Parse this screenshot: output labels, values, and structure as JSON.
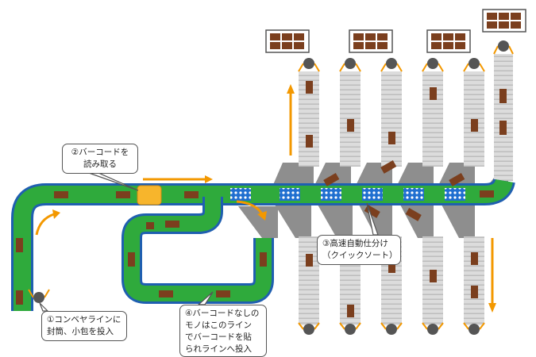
{
  "callouts": {
    "step1": {
      "lines": [
        "①コンベヤラインに",
        "封筒、小包を投入"
      ]
    },
    "step2": {
      "lines": [
        "②バーコードを",
        "読み取る"
      ]
    },
    "step3": {
      "lines": [
        "③高速自動仕分け",
        "（クイックソート）"
      ]
    },
    "step4": {
      "lines": [
        "④バーコードなしの",
        "モノはこのライン",
        "でバーコードを貼",
        "られラインへ投入"
      ]
    }
  },
  "colors": {
    "conveyor_green": "#2faa3c",
    "conveyor_border": "#1f5fb0",
    "parcel_brown": "#7b3f1e",
    "arrow_orange": "#f39800",
    "scanner_yellow": "#f7b52c",
    "chute_gray": "#8c8c8c",
    "sorter_blue": "#1f6fd0",
    "lane_gray": "#d4d4d4"
  },
  "icons": [
    "roller-icon",
    "parcel-icon",
    "bin-cart-icon",
    "barcode-scanner-icon",
    "flow-arrow-icon"
  ]
}
